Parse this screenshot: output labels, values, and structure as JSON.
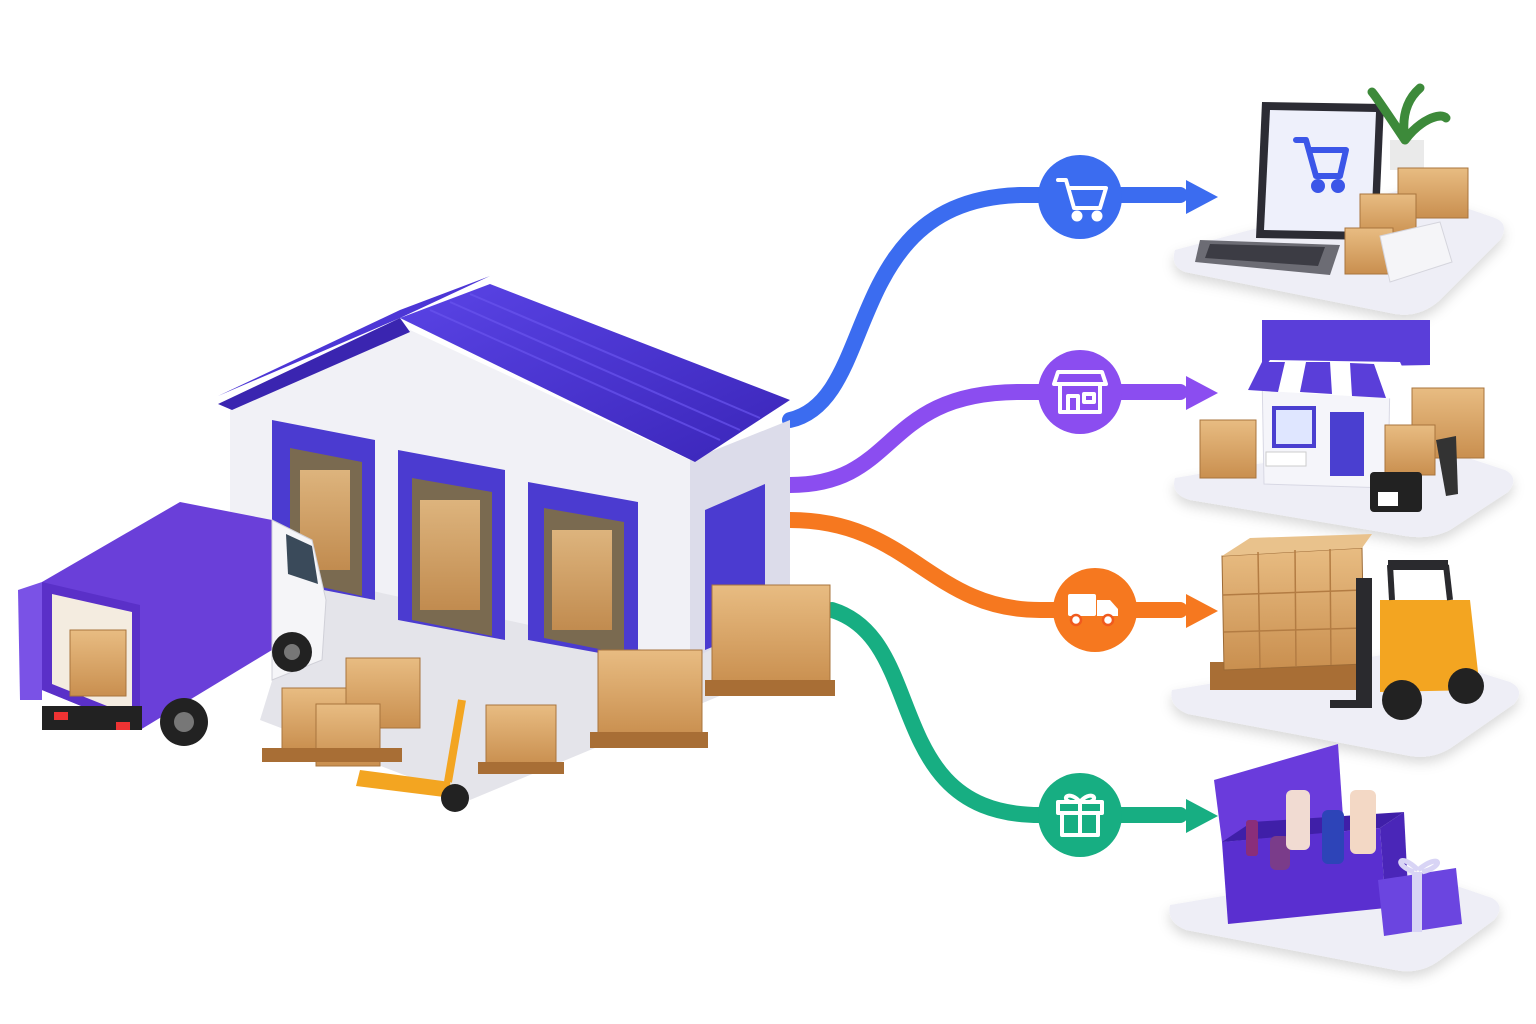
{
  "diagram": {
    "hub": {
      "icon": "warehouse-icon",
      "roof_color": "#4a32d6",
      "wall_color": "#f1f1f6",
      "door_color": "#4b3bd0"
    },
    "vehicle": {
      "icon": "delivery-truck-icon",
      "body_color": "#6a3fd9"
    },
    "channels": [
      {
        "id": "ecommerce",
        "icon": "shopping-cart-icon",
        "destination_icon": "laptop-store-icon",
        "color": "#3b6cf0"
      },
      {
        "id": "retail",
        "icon": "storefront-icon",
        "destination_icon": "retail-store-icon",
        "color": "#8b4df0"
      },
      {
        "id": "wholesale",
        "icon": "truck-icon",
        "destination_icon": "pallet-forklift-icon",
        "color": "#f6781f"
      },
      {
        "id": "gifting",
        "icon": "gift-icon",
        "destination_icon": "gift-box-icon",
        "color": "#17ae82"
      }
    ],
    "box_color": "#d9a86a",
    "platform_color": "#eeeef6"
  }
}
